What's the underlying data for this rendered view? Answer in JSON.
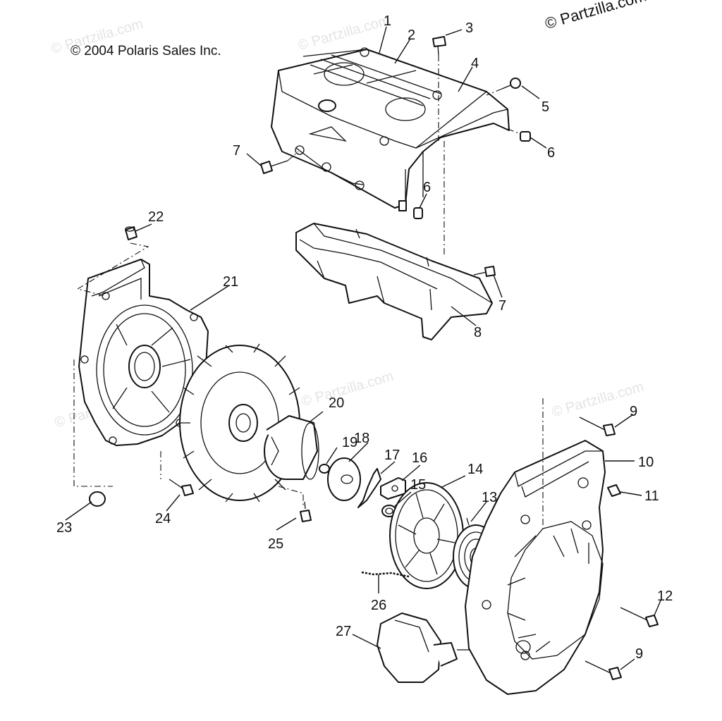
{
  "diagram": {
    "copyright_left": "© 2004 Polaris Sales Inc.",
    "copyright_right": "© Partzilla.com",
    "watermark": "© Partzilla.com",
    "callouts": [
      "1",
      "2",
      "3",
      "4",
      "5",
      "6",
      "6",
      "7",
      "7",
      "8",
      "9",
      "9",
      "10",
      "11",
      "12",
      "13",
      "14",
      "15",
      "16",
      "17",
      "18",
      "19",
      "20",
      "21",
      "22",
      "23",
      "24",
      "25",
      "26",
      "27"
    ]
  }
}
